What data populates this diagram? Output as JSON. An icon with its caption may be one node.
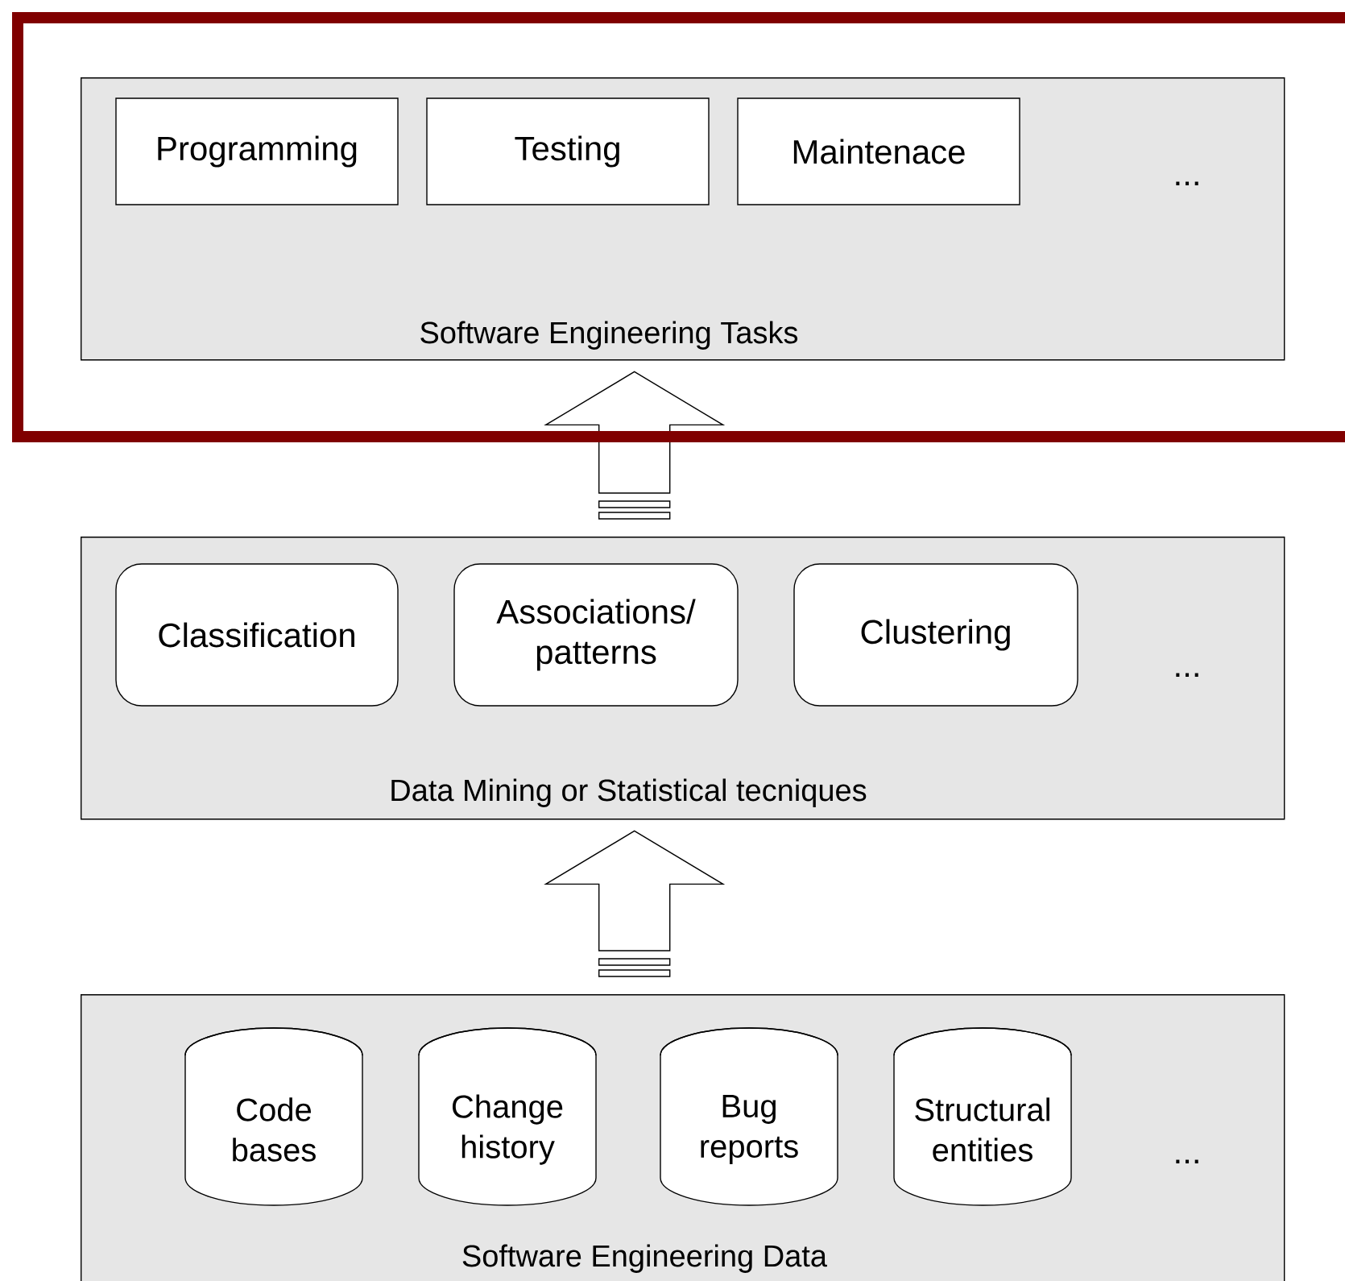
{
  "diagram": {
    "nodes": [
      {
        "text": [
          "Software Engineering Tasks"
        ]
      },
      {
        "text": [
          "Programming"
        ],
        "in": 0
      },
      {
        "text": [
          "Testing"
        ],
        "in": 0
      },
      {
        "text": [
          "Maintenace"
        ],
        "in": 0
      },
      {
        "text": [
          "Data Mining or Statistical tecniques"
        ]
      },
      {
        "text": [
          "Classification"
        ],
        "in": 4
      },
      {
        "text": [
          "Associations/ patterns"
        ],
        "in": 4
      },
      {
        "text": [
          "Clustering"
        ],
        "in": 4
      },
      {
        "text": [
          "Software Engineering Data"
        ]
      },
      {
        "text": [
          "Code bases"
        ],
        "in": 8
      },
      {
        "text": [
          "Change history"
        ],
        "in": 8
      },
      {
        "text": [
          "Bug reports"
        ],
        "in": 8
      },
      {
        "text": [
          "Structural entities"
        ],
        "in": 8
      }
    ],
    "edges": [
      {
        "from": 8,
        "to": 4,
        "arrow": "to"
      },
      {
        "from": 4,
        "to": 0,
        "arrow": "to"
      }
    ],
    "labels": [
      "...",
      "...",
      "..."
    ]
  }
}
